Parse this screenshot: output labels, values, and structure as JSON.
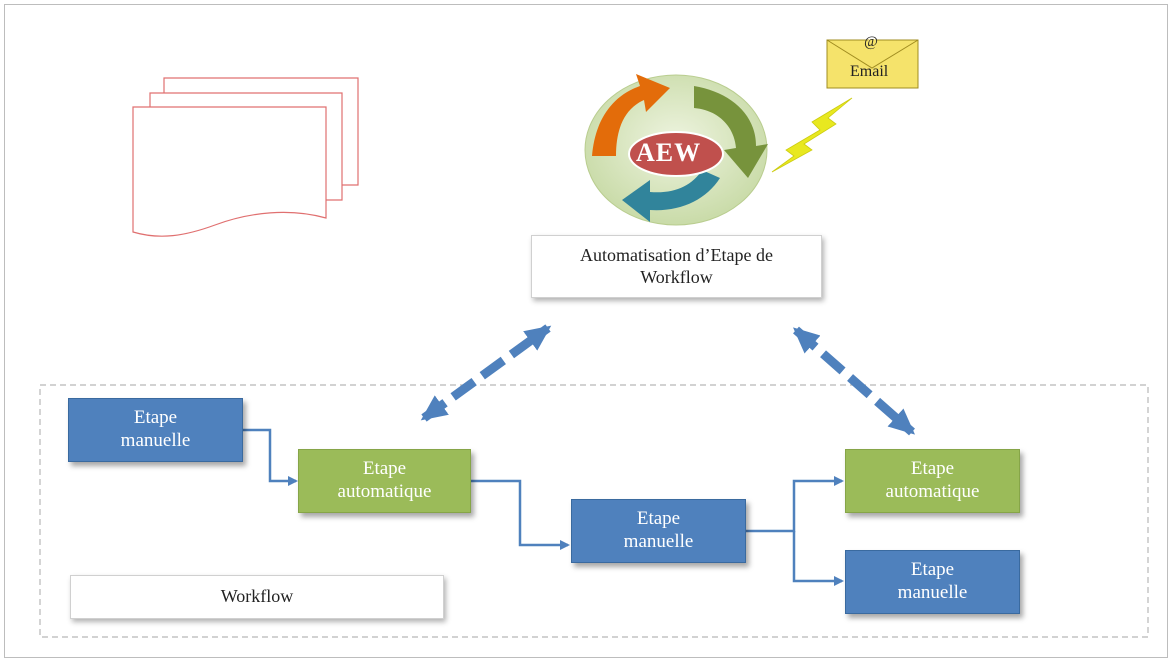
{
  "aew_system": {
    "logo_text": "AEW",
    "label": "Automatisation d’Etape de\nWorkflow"
  },
  "email": {
    "symbol": "@",
    "label": "Email"
  },
  "workflow": {
    "label": "Workflow",
    "steps": [
      {
        "id": "step1",
        "label": "Etape\nmanuelle",
        "kind": "manuelle"
      },
      {
        "id": "step2",
        "label": "Etape\nautomatique",
        "kind": "automatique"
      },
      {
        "id": "step3",
        "label": "Etape\nmanuelle",
        "kind": "manuelle"
      },
      {
        "id": "step4",
        "label": "Etape\nautomatique",
        "kind": "automatique"
      },
      {
        "id": "step5",
        "label": "Etape\nmanuelle",
        "kind": "manuelle"
      }
    ]
  },
  "colors": {
    "manual_step": "#4f81bd",
    "automatic_step": "#9bbb59",
    "connector": "#4f81bd",
    "document_outline": "#e07070",
    "email_envelope": "#f5e36b",
    "lightning": "#e8e820",
    "cycle_orange": "#e36c0a",
    "cycle_green": "#77933c",
    "cycle_teal": "#31849b",
    "cycle_background": "#d7e4bd",
    "logo_ellipse": "#c0504d"
  }
}
